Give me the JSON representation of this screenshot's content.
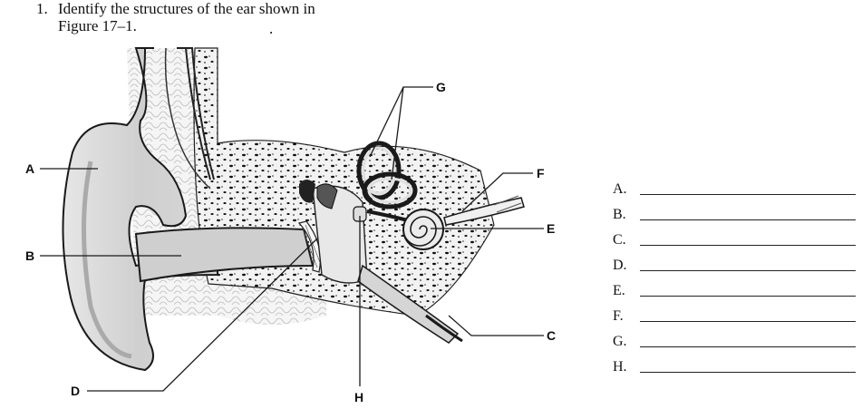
{
  "question": {
    "number": "1.",
    "line1": "Identify the structures of the ear shown in",
    "line2": "Figure 17–1.",
    "stray_mark": "."
  },
  "diagram": {
    "labels": {
      "A": "A",
      "B": "B",
      "C": "C",
      "D": "D",
      "E": "E",
      "F": "F",
      "G": "G",
      "H": "H"
    }
  },
  "answers": [
    {
      "letter": "A.",
      "value": ""
    },
    {
      "letter": "B.",
      "value": ""
    },
    {
      "letter": "C.",
      "value": ""
    },
    {
      "letter": "D.",
      "value": ""
    },
    {
      "letter": "E.",
      "value": ""
    },
    {
      "letter": "F.",
      "value": ""
    },
    {
      "letter": "G.",
      "value": ""
    },
    {
      "letter": "H.",
      "value": ""
    }
  ],
  "colors": {
    "skin": "#d9d9d9",
    "skin_dark": "#b5b5b5",
    "bone": "#ececec",
    "outline": "#1a1a1a"
  }
}
